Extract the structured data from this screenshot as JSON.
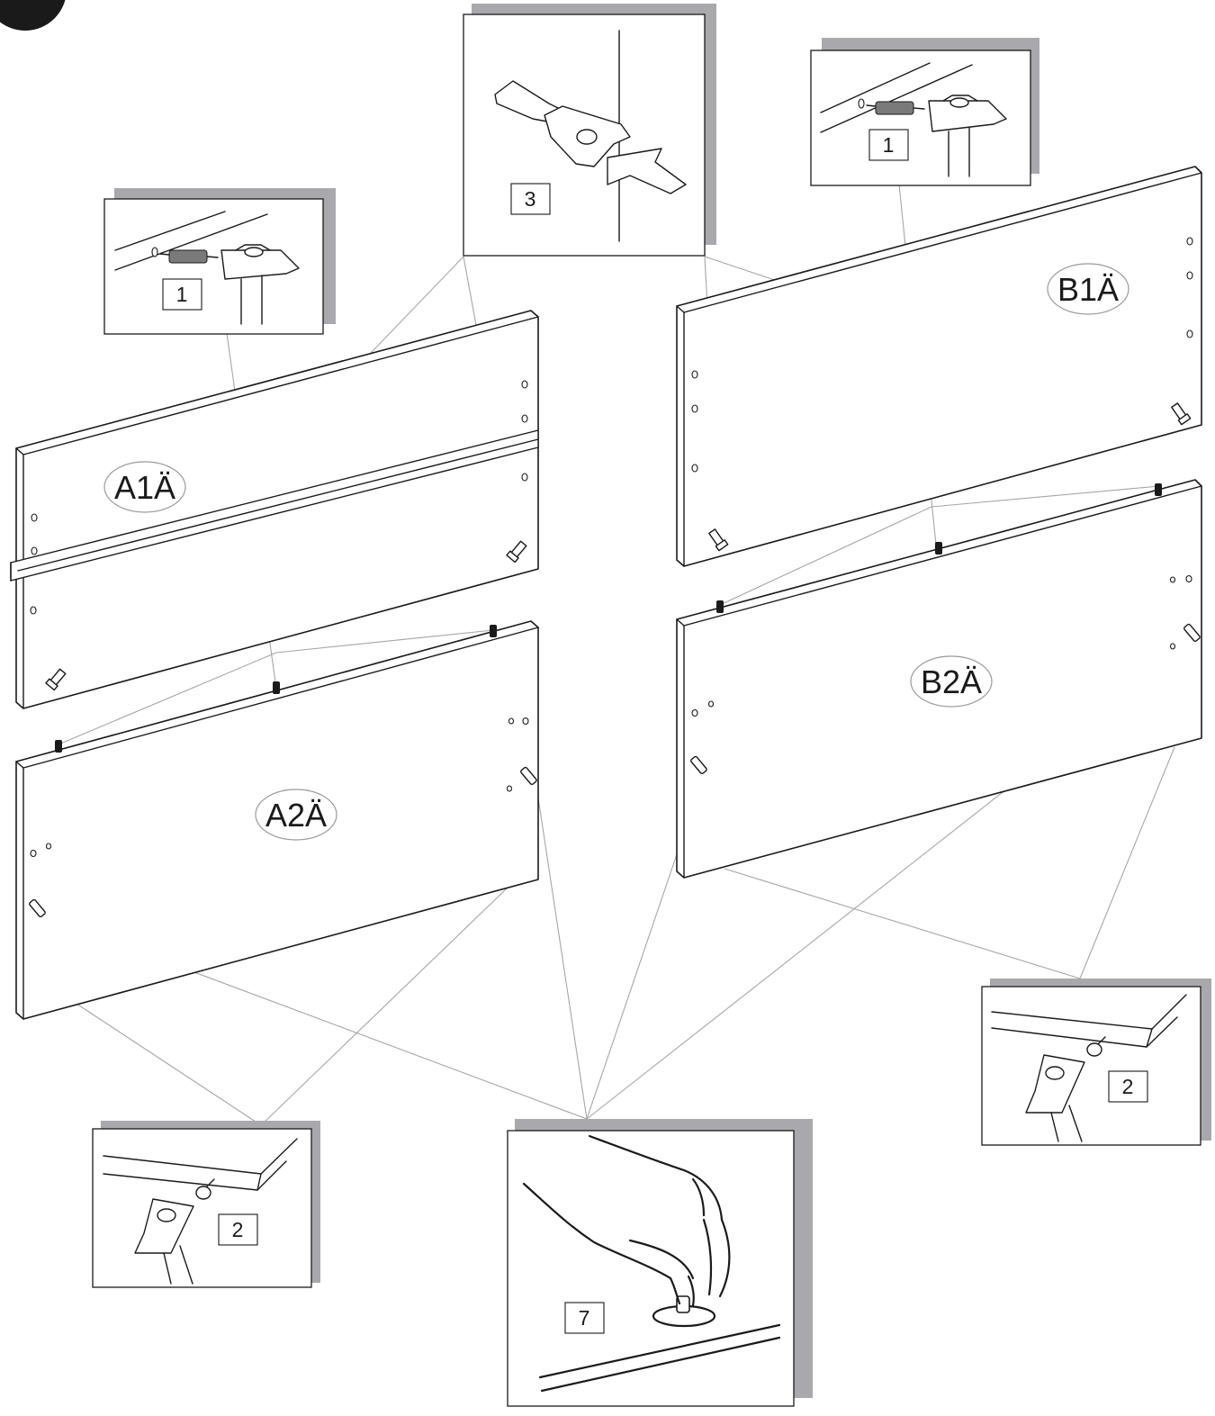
{
  "panels": {
    "a1": {
      "label": "A1Ä"
    },
    "a2": {
      "label": "A2Ä"
    },
    "b1": {
      "label": "B1Ä"
    },
    "b2": {
      "label": "B2Ä"
    }
  },
  "callouts": {
    "step1_left": {
      "number": "1",
      "icon": "hammer-dowel-icon"
    },
    "step1_right": {
      "number": "1",
      "icon": "hammer-dowel-icon"
    },
    "step3_top": {
      "number": "3",
      "icon": "cam-lock-insert-icon"
    },
    "step2_left": {
      "number": "2",
      "icon": "hammer-peg-icon"
    },
    "step2_right": {
      "number": "2",
      "icon": "hammer-peg-icon"
    },
    "step7_bottom": {
      "number": "7",
      "icon": "hand-turn-cam-icon"
    }
  },
  "colors": {
    "line": "#1a1a1a",
    "leader": "#a6a6a6",
    "shadow": "#a9a8ad",
    "background": "#ffffff"
  }
}
